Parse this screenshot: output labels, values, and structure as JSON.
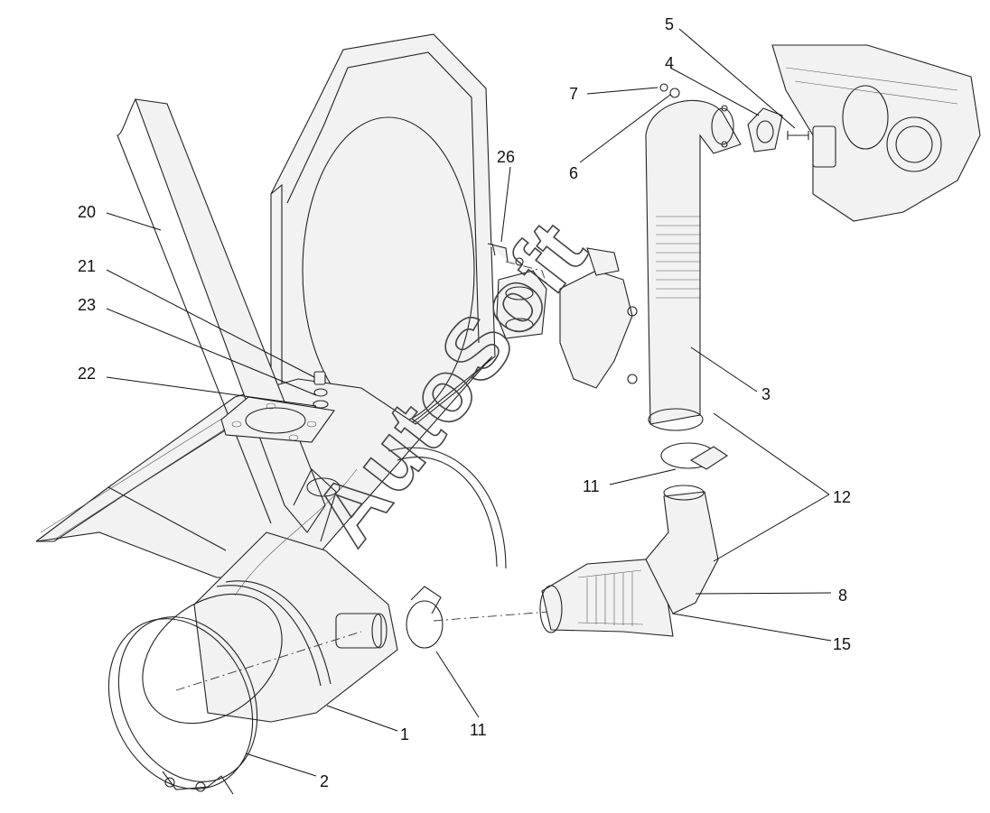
{
  "watermark": "AutoSoft",
  "callouts": {
    "c1": "1",
    "c2": "2",
    "c3": "3",
    "c4": "4",
    "c5": "5",
    "c6": "6",
    "c7": "7",
    "c8": "8",
    "c11a": "11",
    "c11b": "11",
    "c12": "12",
    "c15": "15",
    "c20": "20",
    "c21": "21",
    "c22": "22",
    "c23": "23",
    "c26": "26"
  }
}
